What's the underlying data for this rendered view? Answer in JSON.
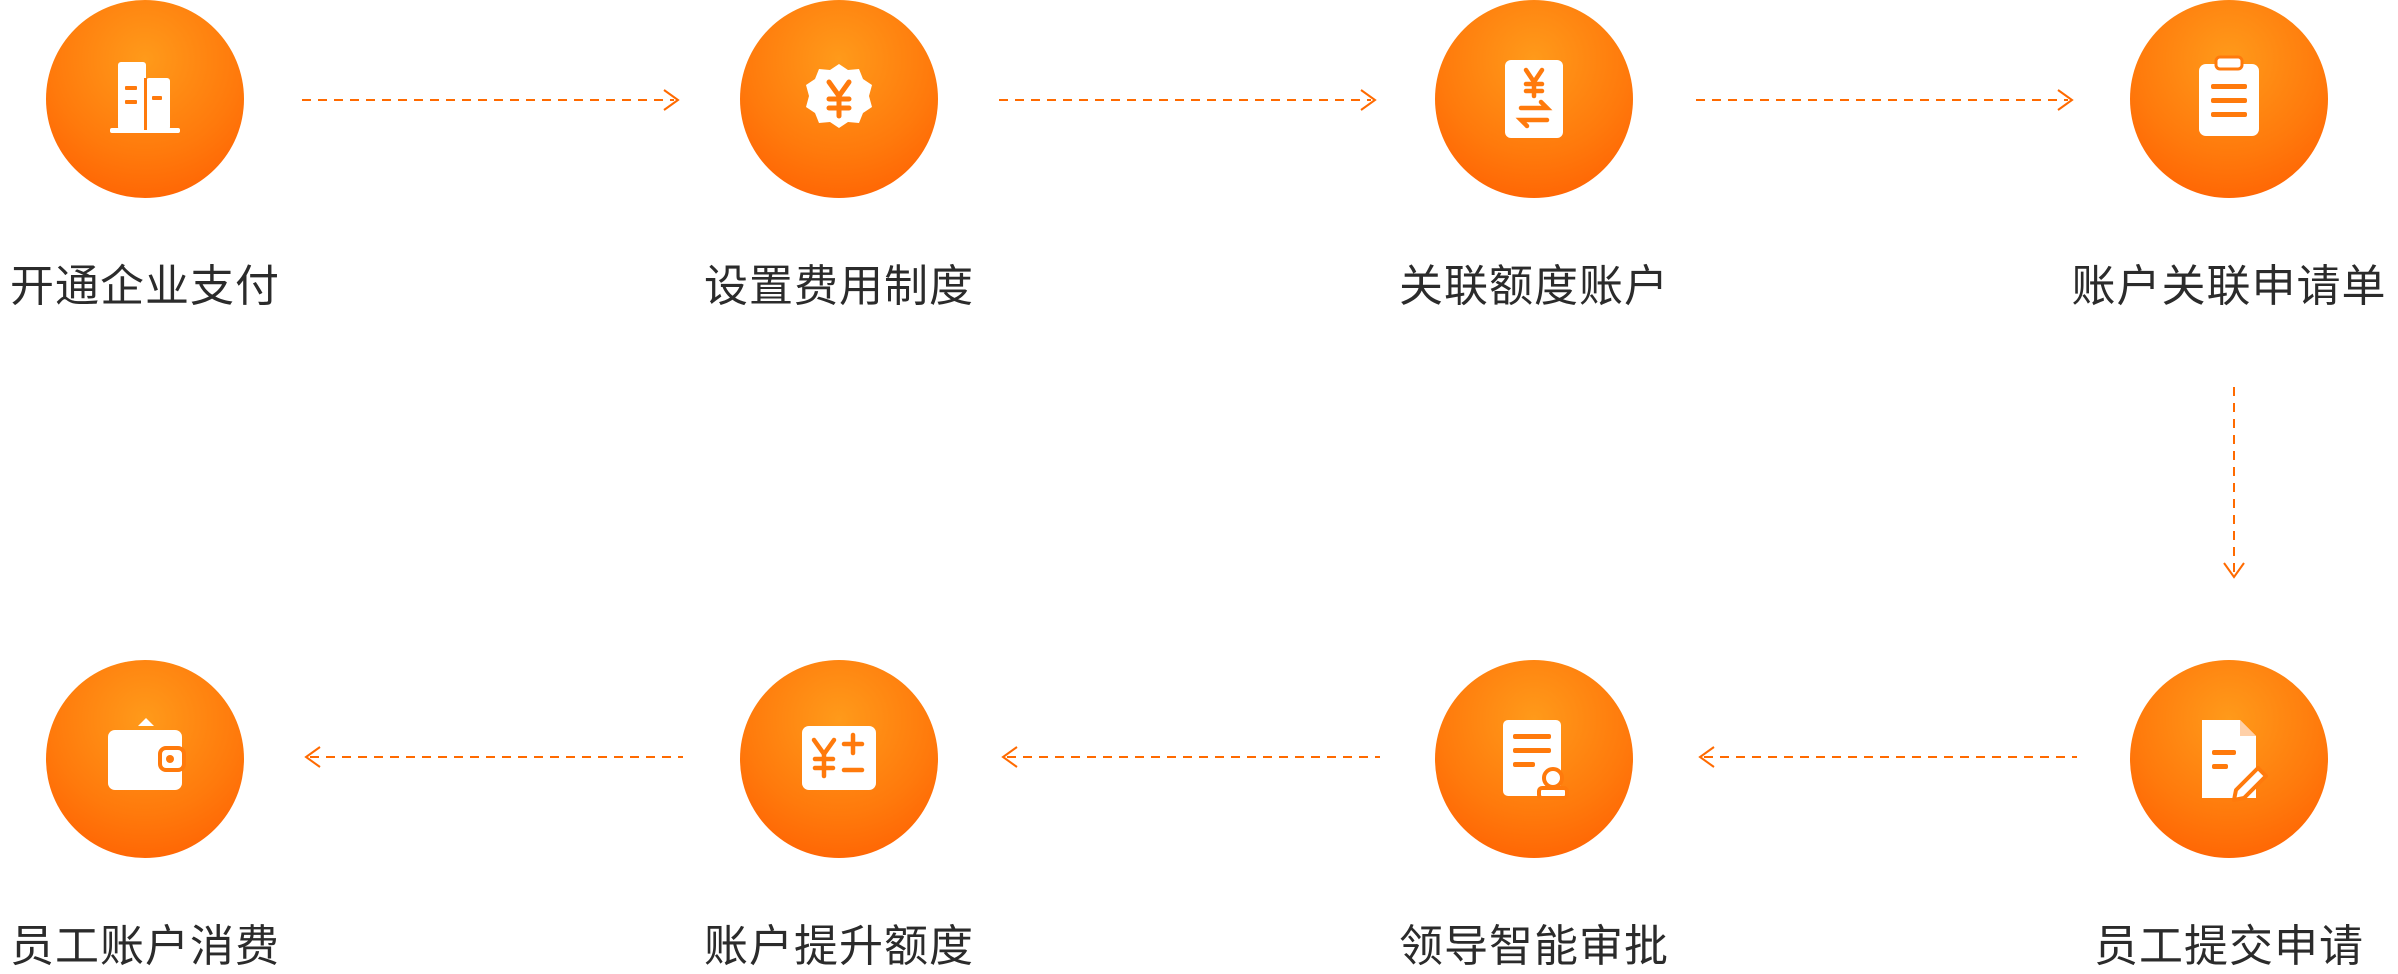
{
  "accent_color": "#ff6a00",
  "text_color": "#2b2b2b",
  "steps": [
    {
      "label": "开通企业支付",
      "icon": "building-icon"
    },
    {
      "label": "设置费用制度",
      "icon": "yuan-gear-icon"
    },
    {
      "label": "关联额度账户",
      "icon": "yuan-transfer-icon"
    },
    {
      "label": "账户关联申请单",
      "icon": "clipboard-icon"
    },
    {
      "label": "员工提交申请",
      "icon": "document-edit-icon"
    },
    {
      "label": "领导智能审批",
      "icon": "document-approval-icon"
    },
    {
      "label": "账户提升额度",
      "icon": "yuan-calculator-icon"
    },
    {
      "label": "员工账户消费",
      "icon": "wallet-icon"
    }
  ]
}
